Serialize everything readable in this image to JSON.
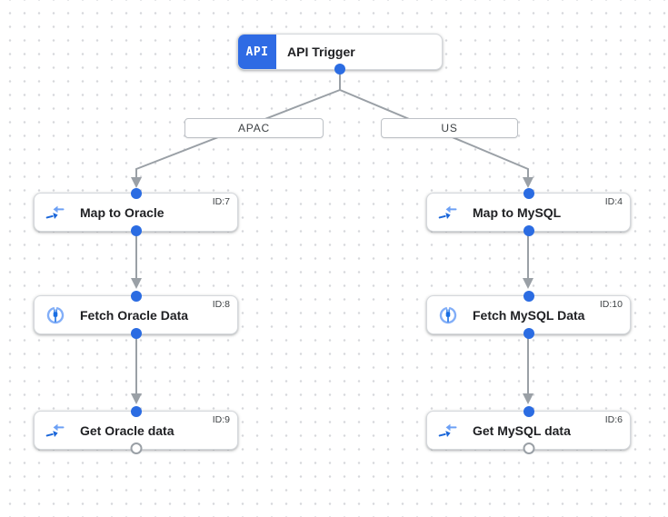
{
  "trigger": {
    "badge": "API",
    "label": "API Trigger"
  },
  "branches": [
    {
      "label": "APAC"
    },
    {
      "label": "US"
    }
  ],
  "nodes": [
    {
      "id": "ID:7",
      "label": "Map to Oracle",
      "icon": "data-mapping-icon"
    },
    {
      "id": "ID:8",
      "label": "Fetch Oracle Data",
      "icon": "connector-icon"
    },
    {
      "id": "ID:9",
      "label": "Get Oracle data",
      "icon": "data-mapping-icon"
    },
    {
      "id": "ID:4",
      "label": "Map to MySQL",
      "icon": "data-mapping-icon"
    },
    {
      "id": "ID:10",
      "label": "Fetch MySQL Data",
      "icon": "connector-icon"
    },
    {
      "id": "ID:6",
      "label": "Get MySQL data",
      "icon": "data-mapping-icon"
    }
  ],
  "colors": {
    "accent_blue": "#2b6ce2",
    "badge_blue": "#2f6be4",
    "edge_gray": "#9aa0a6",
    "icon_dark_blue": "#1a66d9",
    "icon_light_blue": "#6ca0f5"
  }
}
